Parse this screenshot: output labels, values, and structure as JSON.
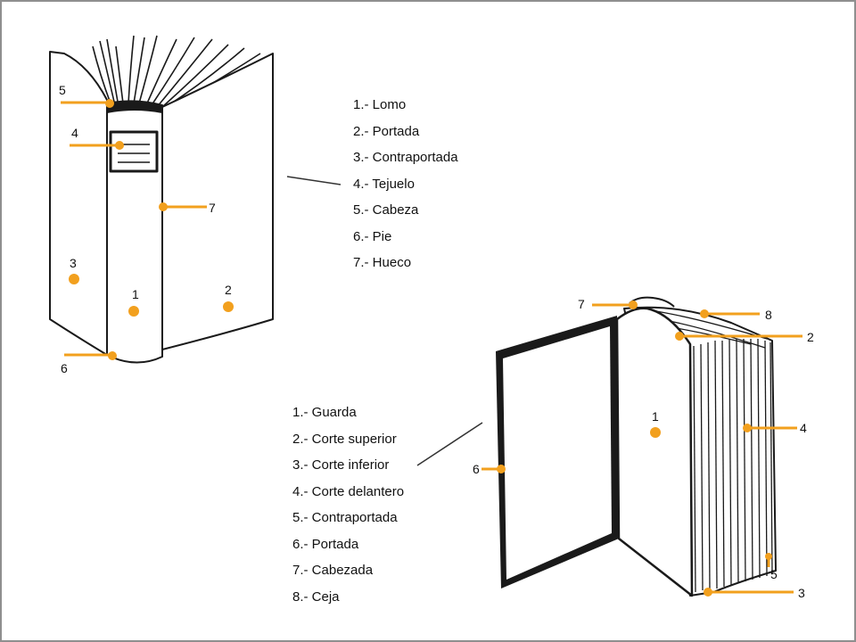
{
  "colors": {
    "callout": "#f2a01e",
    "ink": "#1a1a1a",
    "frame": "#8f8f8f"
  },
  "closed_book": {
    "legend": [
      "1.- Lomo",
      "2.- Portada",
      "3.- Contraportada",
      "4.- Tejuelo",
      "5.- Cabeza",
      "6.- Pie",
      "7.- Hueco"
    ],
    "markers": [
      "1",
      "2",
      "3",
      "4",
      "5",
      "6",
      "7"
    ]
  },
  "open_book": {
    "legend": [
      "1.- Guarda",
      "2.- Corte superior",
      "3.- Corte inferior",
      "4.- Corte delantero",
      "5.- Contraportada",
      "6.- Portada",
      "7.- Cabezada",
      "8.- Ceja"
    ],
    "markers": [
      "1",
      "2",
      "3",
      "4",
      "5",
      "6",
      "7",
      "8"
    ]
  }
}
